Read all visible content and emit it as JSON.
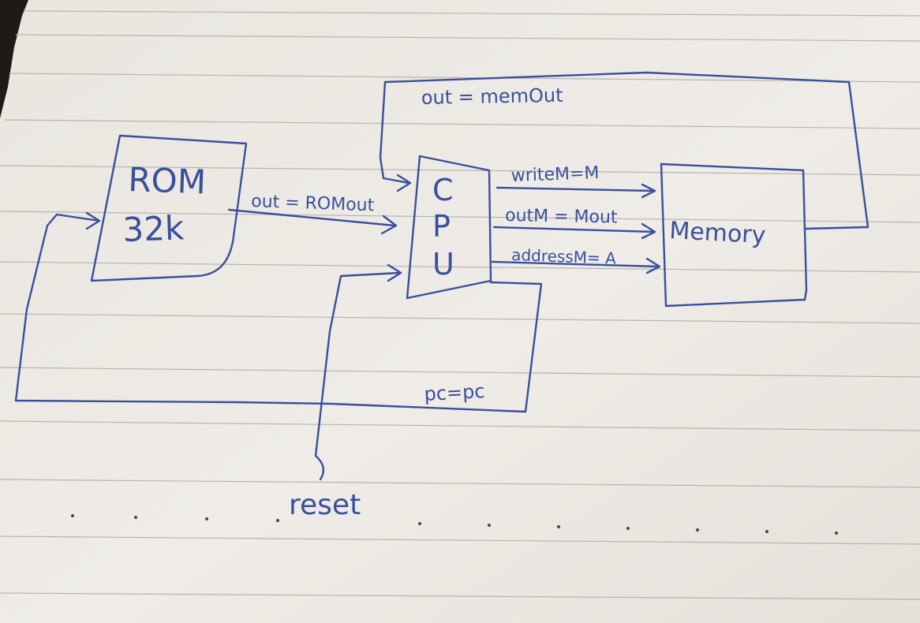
{
  "blocks": {
    "rom": {
      "line1": "ROM",
      "line2": "32k"
    },
    "cpu": {
      "letters": [
        "C",
        "P",
        "U"
      ]
    },
    "memory": {
      "label": "Memory"
    }
  },
  "signals": {
    "out_rom": "out = ROMout",
    "out_mem": "out = memOut",
    "write_m": "writeM=M",
    "out_m": "outM = Mout",
    "address_m": "addressM= A",
    "pc": "pc=pc",
    "reset": "reset"
  },
  "colors": {
    "ink": "#3a4f9c",
    "paper": "#efece6",
    "rule": "#b9b3ac",
    "background": "#1f1a17"
  }
}
